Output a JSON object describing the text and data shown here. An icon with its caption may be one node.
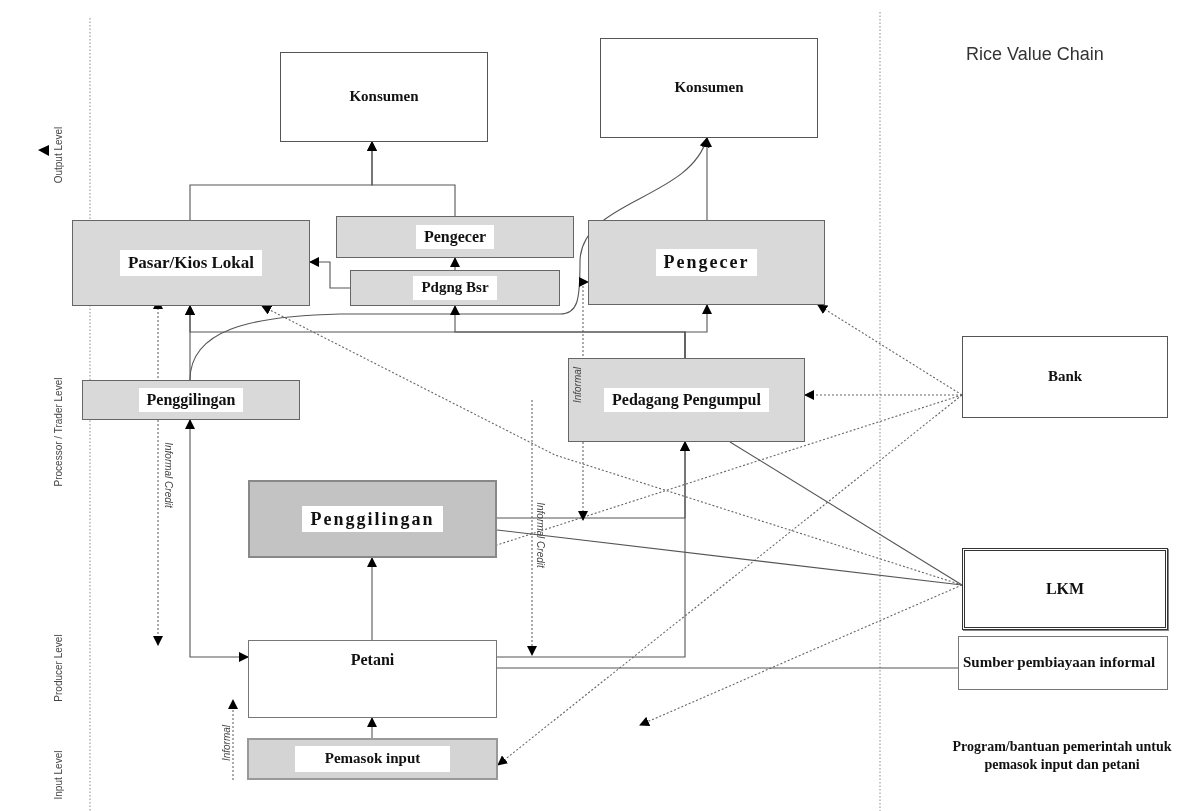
{
  "diagram": {
    "title": "Rice Value Chain",
    "nodes": [
      {
        "text": [
          "Konsumen"
        ]
      },
      {
        "text": [
          "Konsumen"
        ]
      },
      {
        "text": [
          "Pasar/Kios Lokal"
        ]
      },
      {
        "text": [
          "Pengecer"
        ]
      },
      {
        "text": [
          "Pdgng Bsr"
        ]
      },
      {
        "text": [
          "Pengecer"
        ]
      },
      {
        "text": [
          "Penggilingan"
        ]
      },
      {
        "text": [
          "Pedagang Pengumpul"
        ]
      },
      {
        "text": [
          "Penggilingan"
        ]
      },
      {
        "text": [
          "Petani"
        ]
      },
      {
        "text": [
          "Pemasok input"
        ]
      },
      {
        "text": [
          "Bank"
        ]
      },
      {
        "text": [
          "LKM"
        ]
      },
      {
        "text": [
          "Sumber pembiayaan informal"
        ]
      }
    ],
    "edges": [
      {
        "from": 2,
        "to": 0,
        "arrow": "to"
      },
      {
        "from": 3,
        "to": 0,
        "arrow": "to"
      },
      {
        "from": 4,
        "to": 2,
        "arrow": "to"
      },
      {
        "from": 4,
        "to": 3,
        "arrow": "to"
      },
      {
        "from": 5,
        "to": 1,
        "arrow": "to"
      },
      {
        "from": 6,
        "to": 1,
        "arrow": "to"
      },
      {
        "from": 6,
        "to": 2,
        "arrow": "to"
      },
      {
        "from": 7,
        "to": 2,
        "arrow": "to"
      },
      {
        "from": 7,
        "to": 4,
        "arrow": "to"
      },
      {
        "from": 7,
        "to": 5,
        "arrow": "to"
      },
      {
        "from": 6,
        "to": 9,
        "arrow": "both"
      },
      {
        "from": 9,
        "to": 8,
        "arrow": "to"
      },
      {
        "from": 10,
        "to": 9,
        "arrow": "to"
      },
      {
        "from": 9,
        "to": 7,
        "arrow": "to"
      },
      {
        "from": 8,
        "to": 7,
        "arrow": "to"
      },
      {
        "from": 11,
        "to": 5,
        "arrow": "to",
        "style": "dashed"
      },
      {
        "from": 11,
        "to": 7,
        "arrow": "to",
        "style": "dashed"
      },
      {
        "from": 11,
        "to": 8,
        "arrow": "none",
        "style": "dashed"
      },
      {
        "from": 11,
        "to": 10,
        "arrow": "to",
        "style": "dashed"
      },
      {
        "from": 12,
        "to": 7,
        "arrow": "none"
      },
      {
        "from": 12,
        "to": 8,
        "arrow": "none"
      },
      {
        "from": 12,
        "to": 2,
        "arrow": "to",
        "style": "dashed"
      },
      {
        "from": 12,
        "to": null,
        "arrow": "to",
        "style": "dashed"
      },
      {
        "from": 9,
        "to": 13,
        "arrow": "none"
      },
      {
        "from": null,
        "to": 5,
        "arrow": "both",
        "style": "dashed",
        "label": "Informal"
      }
    ],
    "labels": [
      "Output Level",
      "Processor / Trader Level",
      "Producer Level",
      "Input Level",
      "Informal Credit",
      "Informal Credit",
      "Informal",
      "Program/bantuan pemerintah untuk pemasok input dan petani"
    ]
  }
}
